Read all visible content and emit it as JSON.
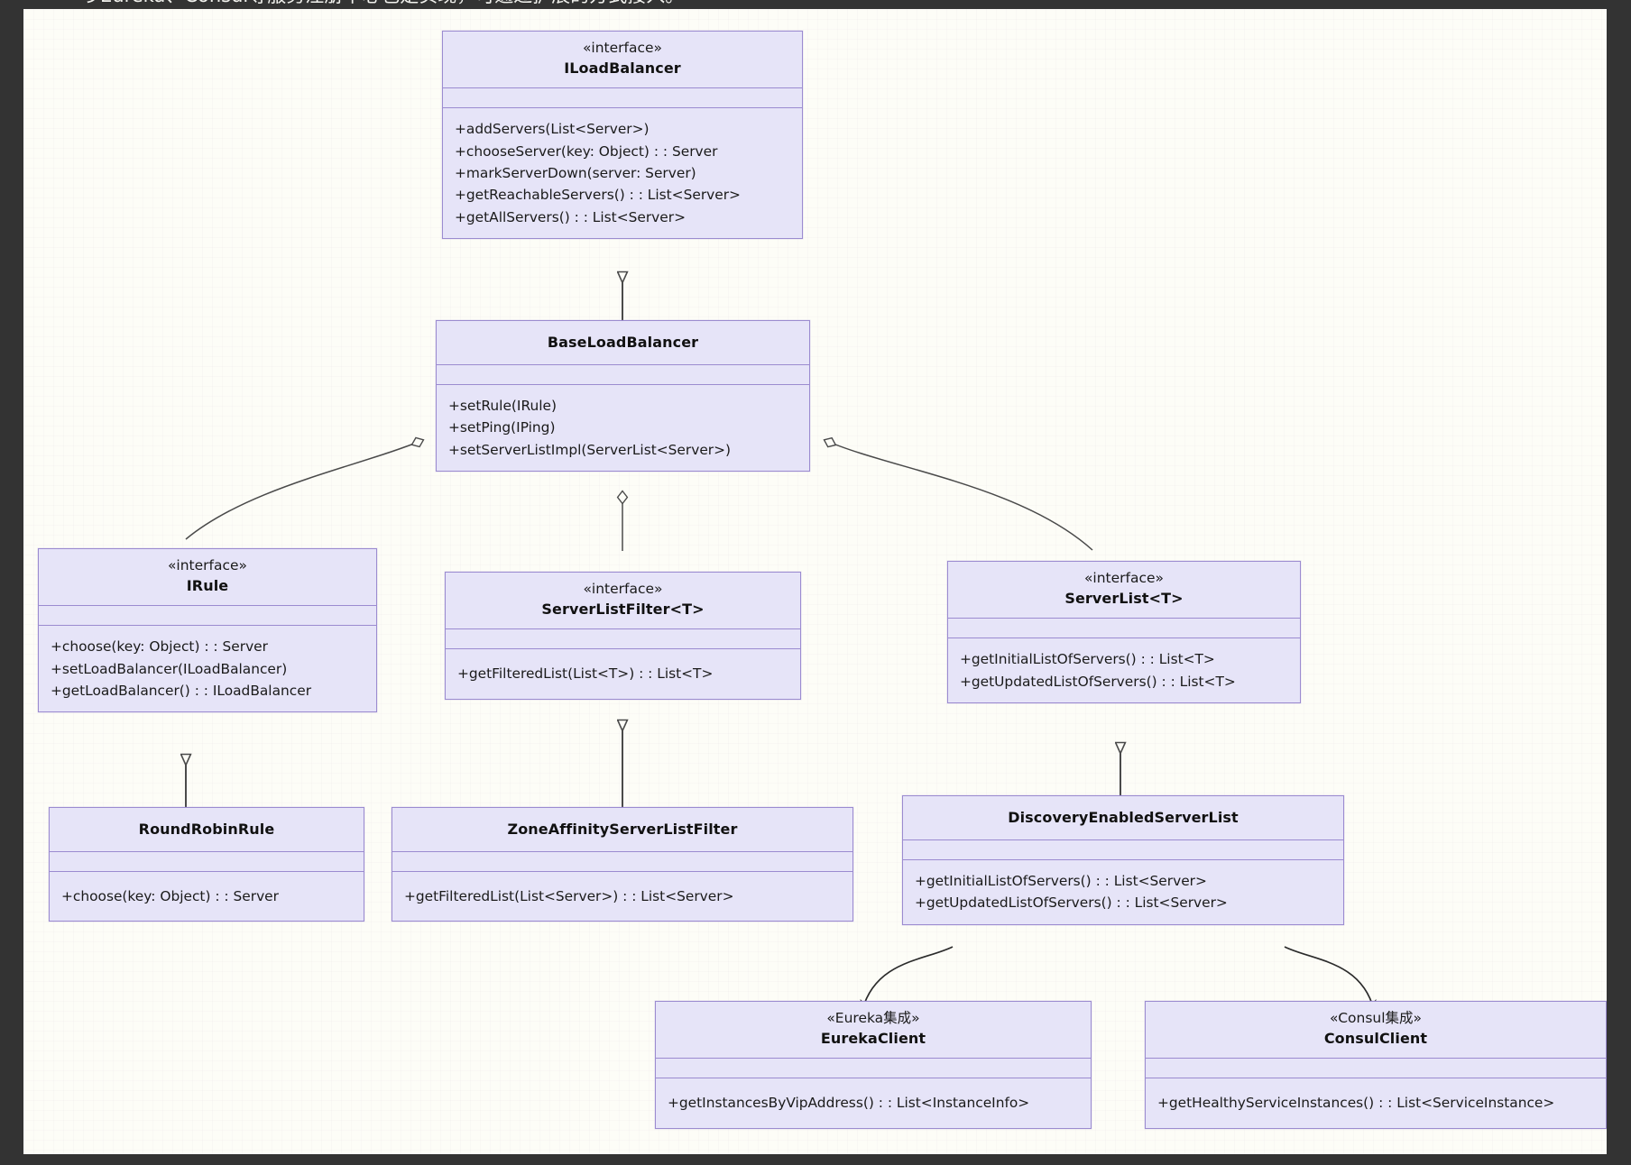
{
  "diagram": {
    "type": "uml-class-diagram",
    "clipped_header_text": "うEureka、Consul等服务注册中心也是实现，可通过扩展的方式接入。",
    "palette": {
      "canvas_background": "#fdfdf7",
      "frame": "#333333",
      "class_fill": "#e6e4f8",
      "class_border": "#9b8bd0",
      "edge_stroke": "#4a4a4a",
      "text": "#1a1a1a"
    },
    "classes": [
      {
        "id": "iloadbalancer",
        "stereotype": "«interface»",
        "name": "ILoadBalancer",
        "operations": [
          "+addServers(List<Server>)",
          "+chooseServer(key: Object) : : Server",
          "+markServerDown(server: Server)",
          "+getReachableServers() : : List<Server>",
          "+getAllServers() : : List<Server>"
        ]
      },
      {
        "id": "baseloadbalancer",
        "stereotype": "",
        "name": "BaseLoadBalancer",
        "operations": [
          "+setRule(IRule)",
          "+setPing(IPing)",
          "+setServerListImpl(ServerList<Server>)"
        ]
      },
      {
        "id": "irule",
        "stereotype": "«interface»",
        "name": "IRule",
        "operations": [
          "+choose(key: Object) : : Server",
          "+setLoadBalancer(ILoadBalancer)",
          "+getLoadBalancer() : : ILoadBalancer"
        ]
      },
      {
        "id": "serverlistfilter",
        "stereotype": "«interface»",
        "name": "ServerListFilter<T>",
        "operations": [
          "+getFilteredList(List<T>) : : List<T>"
        ]
      },
      {
        "id": "serverlist",
        "stereotype": "«interface»",
        "name": "ServerList<T>",
        "operations": [
          "+getInitialListOfServers() : : List<T>",
          "+getUpdatedListOfServers() : : List<T>"
        ]
      },
      {
        "id": "roundrobinrule",
        "stereotype": "",
        "name": "RoundRobinRule",
        "operations": [
          "+choose(key: Object) : : Server"
        ]
      },
      {
        "id": "zoneaffinityserverlistfilter",
        "stereotype": "",
        "name": "ZoneAffinityServerListFilter",
        "operations": [
          "+getFilteredList(List<Server>) : : List<Server>"
        ]
      },
      {
        "id": "discoveryenabledserverlist",
        "stereotype": "",
        "name": "DiscoveryEnabledServerList",
        "operations": [
          "+getInitialListOfServers() : : List<Server>",
          "+getUpdatedListOfServers() : : List<Server>"
        ]
      },
      {
        "id": "eurekaclient",
        "stereotype": "«Eureka集成»",
        "name": "EurekaClient",
        "operations": [
          "+getInstancesByVipAddress() : : List<InstanceInfo>"
        ]
      },
      {
        "id": "consulclient",
        "stereotype": "«Consul集成»",
        "name": "ConsulClient",
        "operations": [
          "+getHealthyServiceInstances() : : List<ServiceInstance>"
        ]
      }
    ],
    "relations": [
      {
        "from": "baseloadbalancer",
        "to": "iloadbalancer",
        "kind": "realization"
      },
      {
        "from": "baseloadbalancer",
        "to": "irule",
        "kind": "aggregation"
      },
      {
        "from": "baseloadbalancer",
        "to": "serverlistfilter",
        "kind": "aggregation"
      },
      {
        "from": "baseloadbalancer",
        "to": "serverlist",
        "kind": "aggregation"
      },
      {
        "from": "roundrobinrule",
        "to": "irule",
        "kind": "realization"
      },
      {
        "from": "zoneaffinityserverlistfilter",
        "to": "serverlistfilter",
        "kind": "realization"
      },
      {
        "from": "discoveryenabledserverlist",
        "to": "serverlist",
        "kind": "realization"
      },
      {
        "from": "discoveryenabledserverlist",
        "to": "eurekaclient",
        "kind": "dependency"
      },
      {
        "from": "discoveryenabledserverlist",
        "to": "consulclient",
        "kind": "dependency"
      }
    ]
  }
}
